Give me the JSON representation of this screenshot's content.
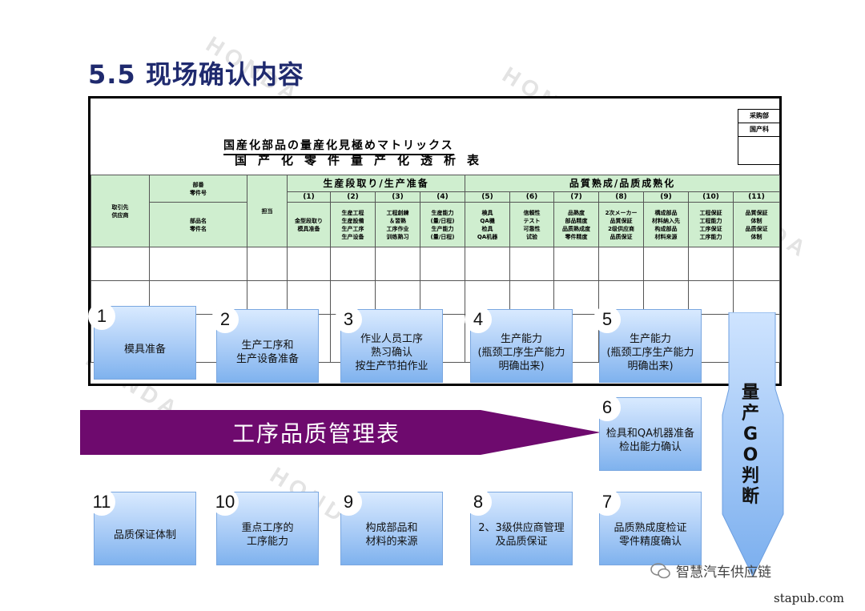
{
  "title": "5.5 现场确认内容",
  "watermark": "HONDA",
  "matrix": {
    "title_jp": "国産化部品の量産化見極めマトリックス",
    "title_cn": "国产化零件量产化透析表",
    "stamp": [
      "采购部",
      "国产科"
    ],
    "col_supplier": "取引先\n供应商",
    "col_part_no": "部番\n零件号",
    "col_part_name": "部品名\n零件名",
    "col_owner": "担当",
    "group1": "生産段取り/生产准备",
    "group2": "品質熟成/品质成熟化",
    "numbers": [
      "(1)",
      "(2)",
      "(3)",
      "(4)",
      "(5)",
      "(6)",
      "(7)",
      "(8)",
      "(9)",
      "(10)",
      "(11)"
    ],
    "items": [
      "金型段取り\n模具准备",
      "生産工程\n生産設備\n生产工序\n生产设备",
      "工程創練\n＆習熟\n工序作业\n训练熟习",
      "生産能力\n(量/日程)\n生产能力\n(量/日程)",
      "検具\nQA機\n检具\nQA机器",
      "信頼性\nテスト\n可靠性\n试验",
      "品熟度\n部品精度\n品质熟成度\n零件精度",
      "2次メーカー\n品質保証\n2级供应商\n品质保证",
      "構成部品\n材料納入先\n构成部品\n材料来源",
      "工程保証\n工程能力\n工序保证\n工序能力",
      "品質保証\n体制\n品质保证\n体制"
    ]
  },
  "steps": [
    {
      "n": "1",
      "text": "模具准备"
    },
    {
      "n": "2",
      "text": "生产工序和\n生产设备准备"
    },
    {
      "n": "3",
      "text": "作业人员工序\n熟习确认\n按生产节拍作业"
    },
    {
      "n": "4",
      "text": "生产能力\n(瓶颈工序生产能力\n明确出来)"
    },
    {
      "n": "5",
      "text": "生产能力\n(瓶颈工序生产能力\n明确出来)"
    },
    {
      "n": "6",
      "text": "检具和QA机器准备\n检出能力确认"
    },
    {
      "n": "7",
      "text": "品质熟成度检证\n零件精度确认"
    },
    {
      "n": "8",
      "text": "2、3级供应商管理\n及品质保证"
    },
    {
      "n": "9",
      "text": "构成部品和\n材料的来源"
    },
    {
      "n": "10",
      "text": "重点工序的\n工序能力"
    },
    {
      "n": "11",
      "text": "品质保证体制"
    }
  ],
  "banner": "工序品质管理表",
  "go_label": "量产GO判断",
  "footer": {
    "wechat": "智慧汽车供应链",
    "site": "stapub.com"
  },
  "colors": {
    "title": "#1f2a6e",
    "banner": "#6e0a6e",
    "green": "#cfeecf",
    "box": "#a8cbf6"
  }
}
